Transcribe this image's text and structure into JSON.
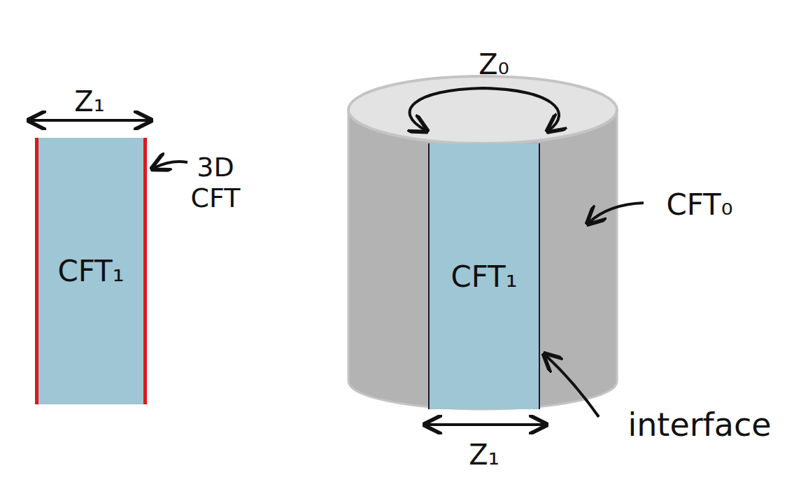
{
  "diagram": {
    "nodes": [
      {
        "text": [
          "CFT₁"
        ]
      },
      {
        "text": [
          "CFT₁"
        ]
      }
    ],
    "labels": [
      "Z₁",
      "3D CFT",
      "Z₀",
      "CFT₀",
      "Z₁",
      "interface"
    ]
  }
}
